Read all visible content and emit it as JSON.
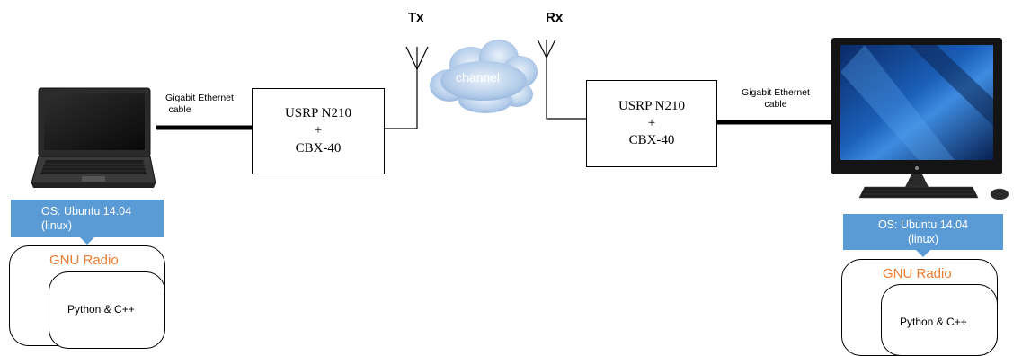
{
  "tx_label": "Tx",
  "rx_label": "Rx",
  "channel_label": "channel",
  "left": {
    "cable_label_line1": "Gigabit Ethernet",
    "cable_label_line2": "cable",
    "usrp_line1": "USRP N210",
    "usrp_line2": "+",
    "usrp_line3": "CBX-40",
    "os_line1": "OS: Ubuntu 14.04",
    "os_line2": "(linux)",
    "gnu_radio": "GNU Radio",
    "python": "Python & C++"
  },
  "right": {
    "cable_label_line1": "Gigabit Ethernet",
    "cable_label_line2": "cable",
    "usrp_line1": "USRP N210",
    "usrp_line2": "+",
    "usrp_line3": "CBX-40",
    "os_line1": "OS: Ubuntu 14.04",
    "os_line2": "(linux)",
    "gnu_radio": "GNU Radio",
    "python": "Python & C++"
  },
  "colors": {
    "os_box": "#5b9bd5",
    "gnu_text": "#ed7d31",
    "cloud": "#a9c4e6"
  },
  "icons": {
    "laptop": "laptop-icon",
    "desktop": "all-in-one-desktop-icon",
    "antenna": "antenna-icon",
    "cloud": "cloud-icon"
  }
}
